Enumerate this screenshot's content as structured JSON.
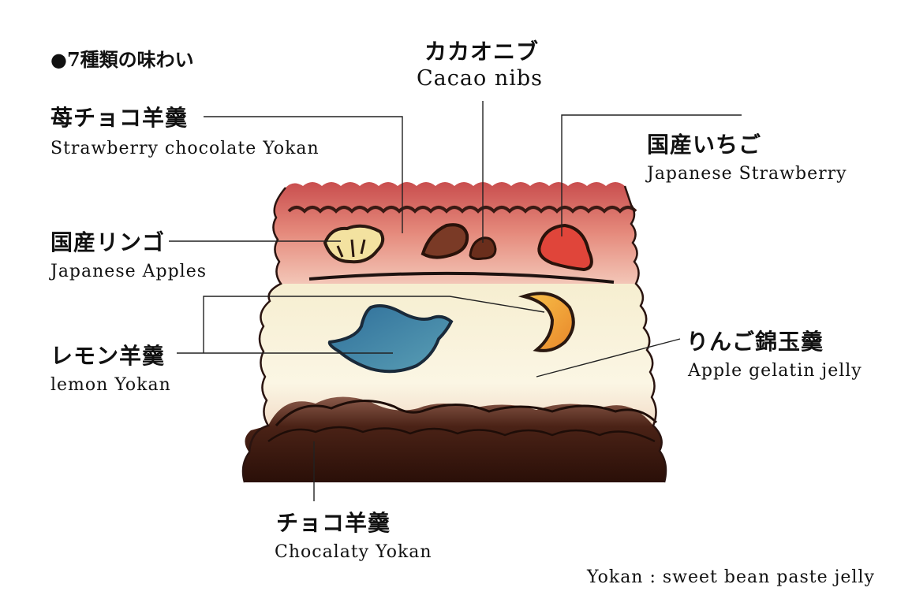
{
  "title": "●7種類の味わい",
  "labels": {
    "cacao_jp": "カカオニブ",
    "cacao_en": "Cacao nibs",
    "strawchoco_jp": "苺チョコ羊羹",
    "strawchoco_en": "Strawberry chocolate Yokan",
    "jpstraw_jp": "国産いちご",
    "jpstraw_en": "Japanese Strawberry",
    "apples_jp": "国産リンゴ",
    "apples_en": "Japanese Apples",
    "lemon_jp": "レモン羊羹",
    "lemon_en": "lemon Yokan",
    "applejelly_jp": "りんご錦玉羹",
    "applejelly_en": "Apple gelatin jelly",
    "choco_jp": "チョコ羊羹",
    "choco_en": "Chocalaty Yokan"
  },
  "footnote": "Yokan : sweet bean paste jelly",
  "colors": {
    "strawberry_layer": "#d9655f",
    "jelly_layer": "#f7f1d6",
    "chocolate_layer": "#4a2216",
    "lemon_piece": "#3f7fa6",
    "apple_piece": "#f0a63a",
    "strawberry_piece": "#e0453a",
    "cacao_piece": "#7a3a26"
  }
}
